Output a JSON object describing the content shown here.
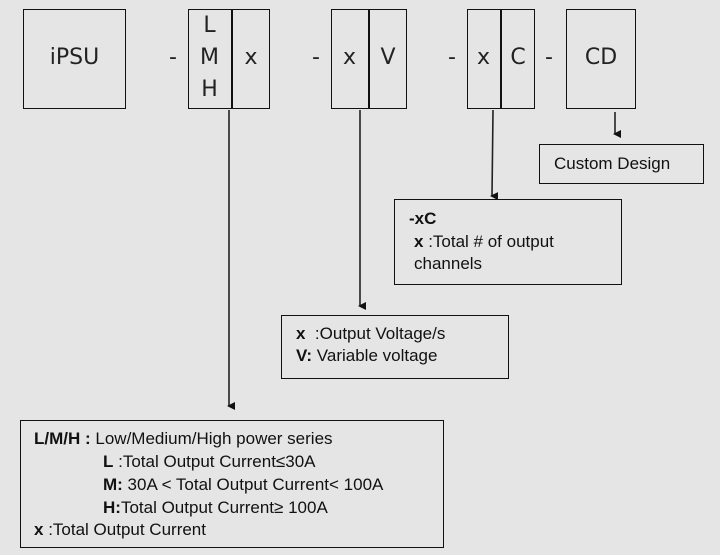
{
  "code_boxes": {
    "ipsu": "iPSU",
    "series": [
      "L",
      "M",
      "H"
    ],
    "series_x": "x",
    "voltage_x": "x",
    "voltage_v": "V",
    "channel_x": "x",
    "channel_c": "C",
    "custom": "CD",
    "separator": "-"
  },
  "custom_box": {
    "text": "Custom Design"
  },
  "channel_box": {
    "title": "-xC",
    "x_label": "x",
    "x_desc": " :Total # of output",
    "x_desc2": "channels"
  },
  "voltage_box": {
    "x_label": "x",
    "x_desc": " :Output Voltage/s",
    "v_label": "V:",
    "v_desc": " Variable voltage"
  },
  "series_box": {
    "lmh_label": "L/M/H :",
    "lmh_desc": " Low/Medium/High power series",
    "l_label": "L",
    "l_desc": " :Total Output Current≤30A",
    "m_label": "M:",
    "m_desc": " 30A < Total Output Current< 100A",
    "h_label": "H:",
    "h_desc": "Total Output Current≥ 100A",
    "x_label": "x",
    "x_desc": " :Total Output Current"
  }
}
